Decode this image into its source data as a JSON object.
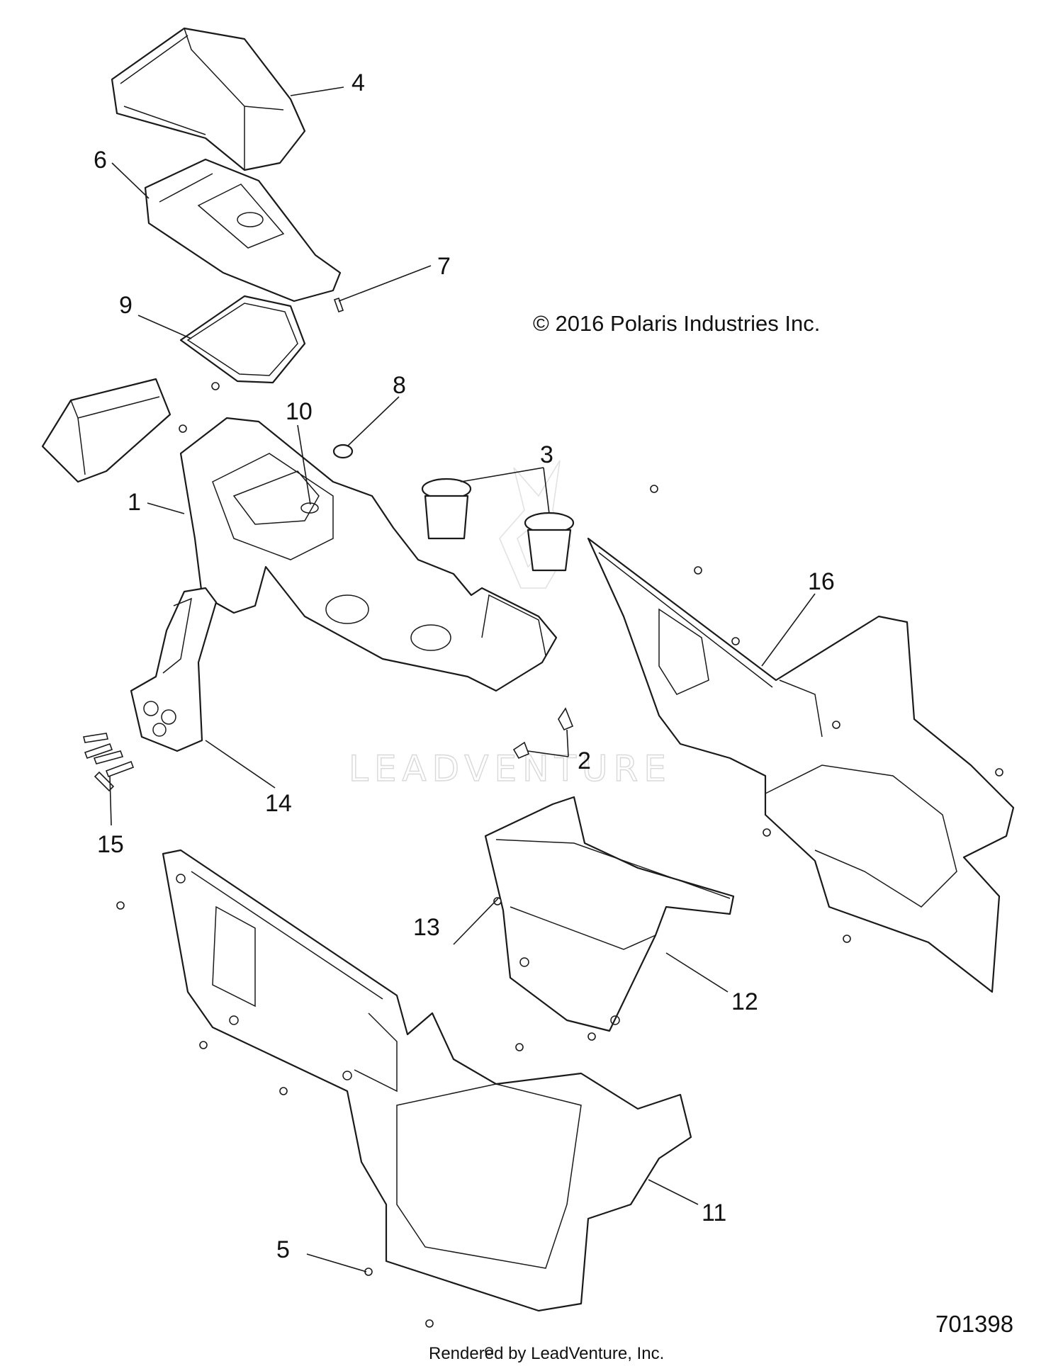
{
  "copyright": "© 2016 Polaris Industries Inc.",
  "diagram_number": "701398",
  "footer": "Rendered by LeadVenture, Inc.",
  "watermark": "LEADVENTURE",
  "callouts": [
    "1",
    "2",
    "3",
    "4",
    "5",
    "6",
    "7",
    "8",
    "9",
    "10",
    "11",
    "12",
    "13",
    "14",
    "15",
    "16"
  ]
}
